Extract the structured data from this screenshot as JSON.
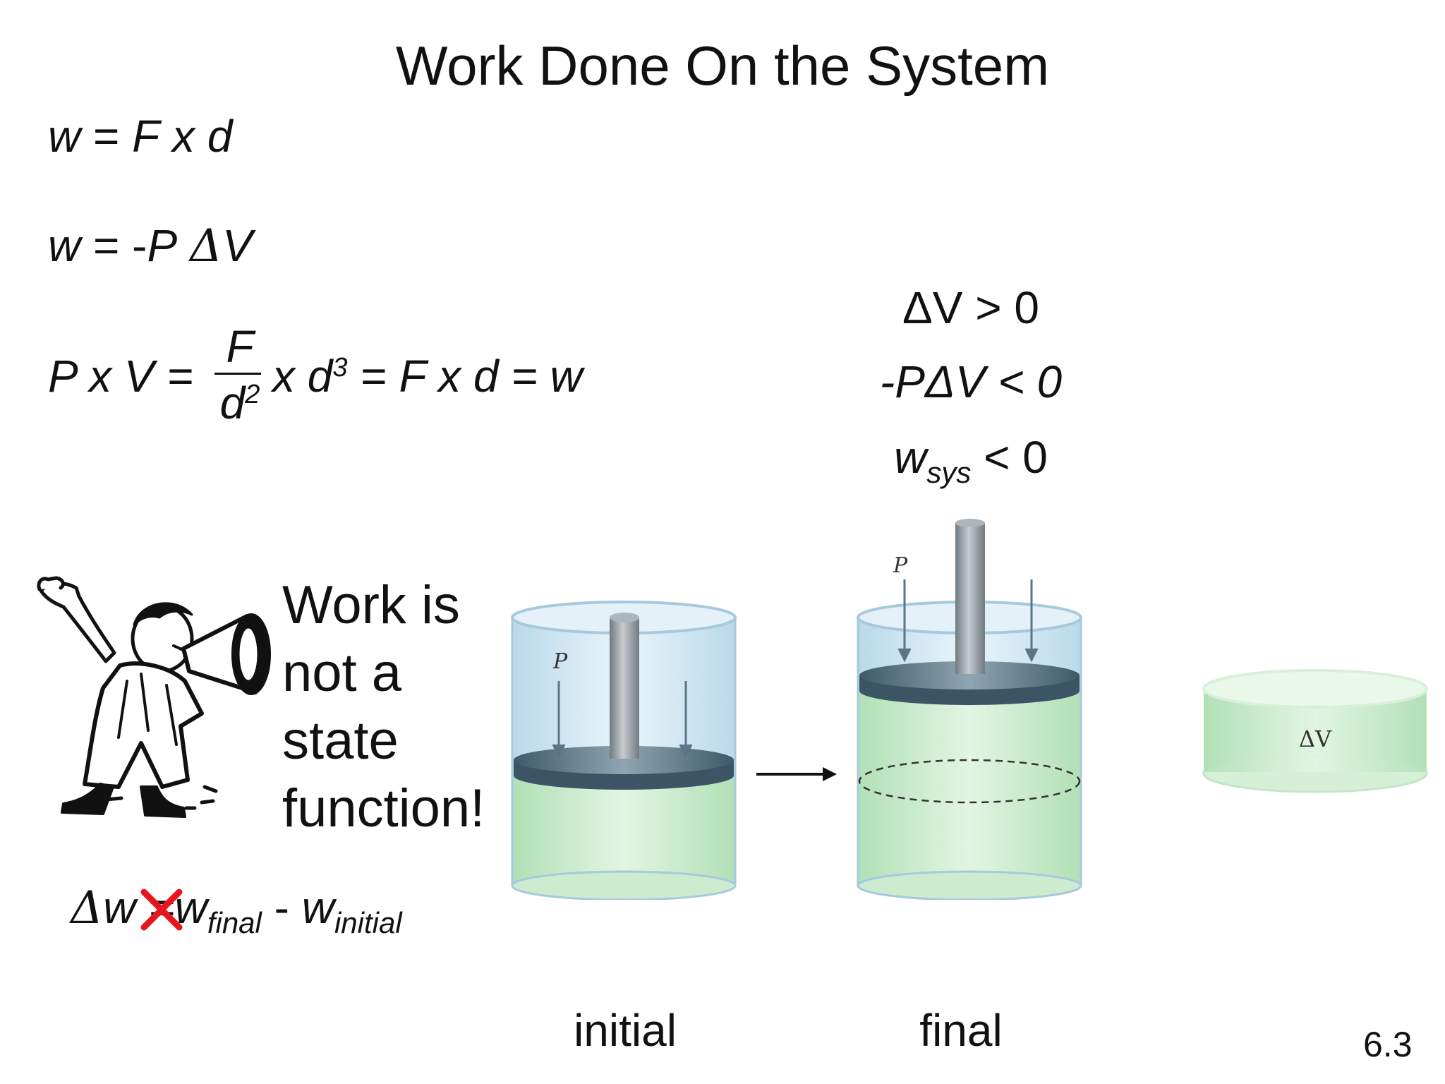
{
  "title": "Work Done On the System",
  "equations": {
    "eq1": {
      "w": "w",
      "eq": "=",
      "f": "F",
      "x": "x",
      "d": "d"
    },
    "eq2": {
      "w": "w",
      "eq": "= -",
      "p": "P",
      "delta": "Δ",
      "v": "V"
    },
    "eq3": {
      "lhs": "P x V =",
      "num": "F",
      "den": "d",
      "den_exp": "2",
      "rest_a": "x d",
      "rest_exp": "3",
      "rest_b": " = F x d = w"
    }
  },
  "conditions": {
    "c1": "ΔV > 0",
    "c2": "-PΔV < 0",
    "c3_w": "w",
    "c3_sub": "sys",
    "c3_rest": " < 0"
  },
  "callout": {
    "lines": [
      "Work is",
      "not a",
      "state",
      "function!"
    ]
  },
  "delta_w": {
    "delta": "Δ",
    "w": "w",
    "eq": "=",
    "w2": "w",
    "sub_final": "final",
    "minus": " - ",
    "w3": "w",
    "sub_initial": "initial",
    "cross_color": "#e8141e"
  },
  "diagram": {
    "p_label_initial": "P",
    "p_label_final": "P",
    "dv_label": "ΔV",
    "glass_color": "#cfe6f2",
    "liquid_color": "#c7ebc9",
    "piston_color": "#4a6878",
    "rod_color": "#8a949c"
  },
  "captions": {
    "initial": "initial",
    "final": "final"
  },
  "page_number": "6.3"
}
